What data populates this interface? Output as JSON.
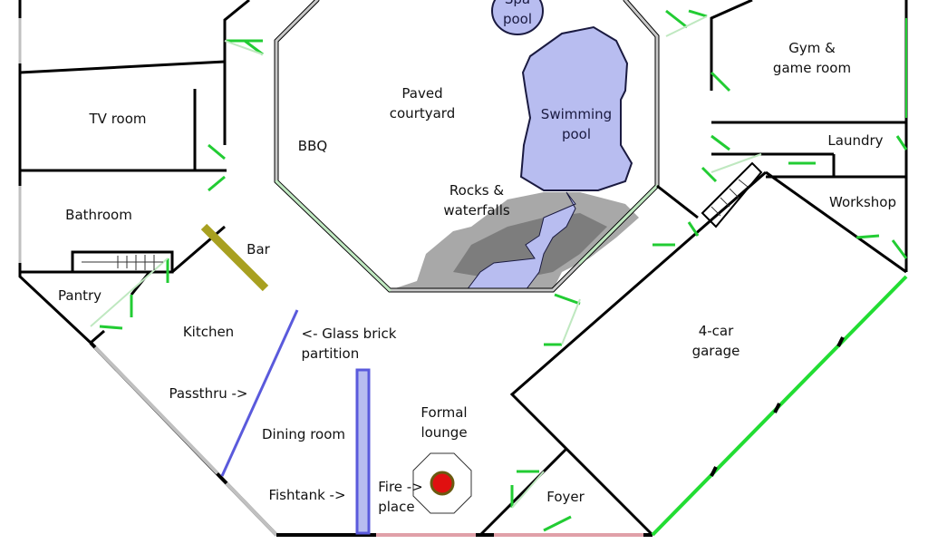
{
  "rooms": {
    "spa_pool": "Spa\npool",
    "tv_room": "TV room",
    "paved_courtyard": "Paved\ncourtyard",
    "swimming_pool": "Swimming\npool",
    "gym": "Gym &\ngame room",
    "laundry": "Laundry",
    "bbq": "BBQ",
    "rocks": "Rocks &\nwaterfalls",
    "workshop": "Workshop",
    "bathroom": "Bathroom",
    "bar": "Bar",
    "pantry": "Pantry",
    "kitchen": "Kitchen",
    "glass_brick": "<- Glass brick\npartition",
    "garage": "4-car\ngarage",
    "passthru": "Passthru ->",
    "formal_lounge": "Formal\nlounge",
    "dining_room": "Dining room",
    "fishtank": "Fishtank ->",
    "fireplace": "Fire ->\nplace",
    "foyer": "Foyer"
  },
  "colors": {
    "wall": "#000000",
    "window": "#c0c0c0",
    "door": "#22cc33",
    "pool": "#b8bdf0",
    "bar": "#a8a020",
    "glass": "#5a5adc",
    "rocks": "#999999",
    "fire": "#e01010",
    "entry": "#e0a0a8"
  }
}
